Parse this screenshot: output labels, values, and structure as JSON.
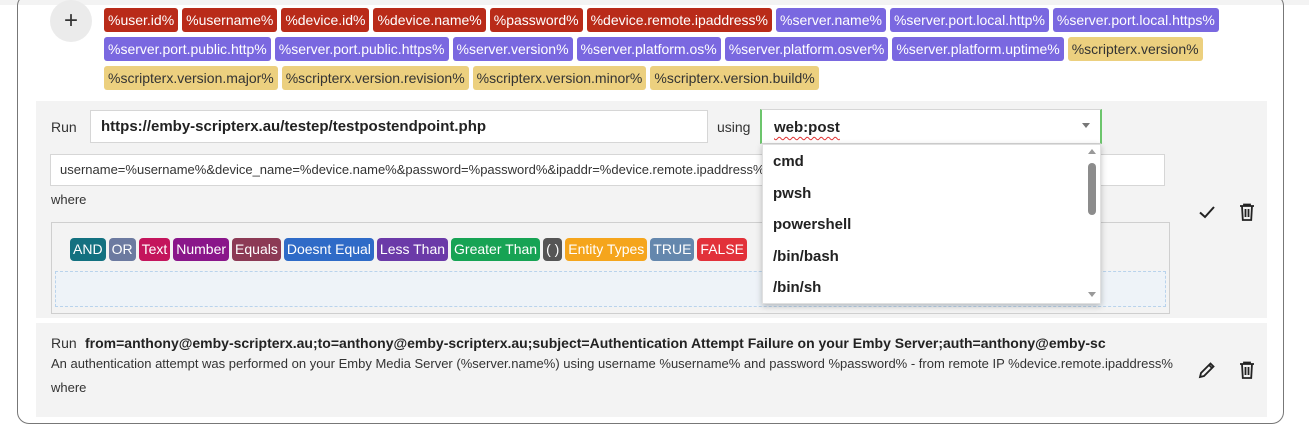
{
  "add_button": {
    "symbol": "+"
  },
  "variables": [
    {
      "label": "%user.id%",
      "color": "red"
    },
    {
      "label": "%username%",
      "color": "red"
    },
    {
      "label": "%device.id%",
      "color": "red"
    },
    {
      "label": "%device.name%",
      "color": "red"
    },
    {
      "label": "%password%",
      "color": "red"
    },
    {
      "label": "%device.remote.ipaddress%",
      "color": "red"
    },
    {
      "label": "%server.name%",
      "color": "purple"
    },
    {
      "label": "%server.port.local.http%",
      "color": "purple"
    },
    {
      "label": "%server.port.local.https%",
      "color": "purple"
    },
    {
      "label": "%server.port.public.http%",
      "color": "purple"
    },
    {
      "label": "%server.port.public.https%",
      "color": "purple"
    },
    {
      "label": "%server.version%",
      "color": "purple"
    },
    {
      "label": "%server.platform.os%",
      "color": "purple"
    },
    {
      "label": "%server.platform.osver%",
      "color": "purple"
    },
    {
      "label": "%server.platform.uptime%",
      "color": "purple"
    },
    {
      "label": "%scripterx.version%",
      "color": "yellow"
    },
    {
      "label": "%scripterx.version.major%",
      "color": "yellow"
    },
    {
      "label": "%scripterx.version.revision%",
      "color": "yellow"
    },
    {
      "label": "%scripterx.version.minor%",
      "color": "yellow"
    },
    {
      "label": "%scripterx.version.build%",
      "color": "yellow"
    }
  ],
  "rule1": {
    "run_label": "Run",
    "url": "https://emby-scripterx.au/testep/testpostendpoint.php",
    "using_label": "using",
    "selected_runner": "web:post",
    "args": "username=%username%&device_name=%device.name%&password=%password%&ipaddr=%device.remote.ipaddress%",
    "where_label": "where",
    "condition_chips": [
      {
        "label": "AND",
        "color": "#137180"
      },
      {
        "label": "OR",
        "color": "#6c7aa0"
      },
      {
        "label": "Text",
        "color": "#c4155c"
      },
      {
        "label": "Number",
        "color": "#8a168a"
      },
      {
        "label": "Equals",
        "color": "#8c3a55"
      },
      {
        "label": "Doesnt Equal",
        "color": "#2f6bc7"
      },
      {
        "label": "Less Than",
        "color": "#6b3aa8"
      },
      {
        "label": "Greater Than",
        "color": "#17a354"
      },
      {
        "label": "( )",
        "color": "#555555"
      },
      {
        "label": "Entity Types",
        "color": "#f5a51c"
      },
      {
        "label": "TRUE",
        "color": "#6487ad"
      },
      {
        "label": "FALSE",
        "color": "#e2313a"
      }
    ],
    "runner_options": [
      "cmd",
      "pwsh",
      "powershell",
      "/bin/bash",
      "/bin/sh"
    ]
  },
  "rule2": {
    "run_label": "Run",
    "command": "from=anthony@emby-scripterx.au;to=anthony@emby-scripterx.au;subject=Authentication Attempt Failure on your Emby Server;auth=anthony@emby-sc",
    "description": "An authentication attempt was performed on your Emby Media Server (%server.name%) using username %username% and password %password% - from remote IP %device.remote.ipaddress%",
    "where_label": "where"
  },
  "icons": {
    "confirm": "check-icon",
    "delete": "trash-icon",
    "edit": "pencil-icon",
    "add": "plus-icon"
  }
}
